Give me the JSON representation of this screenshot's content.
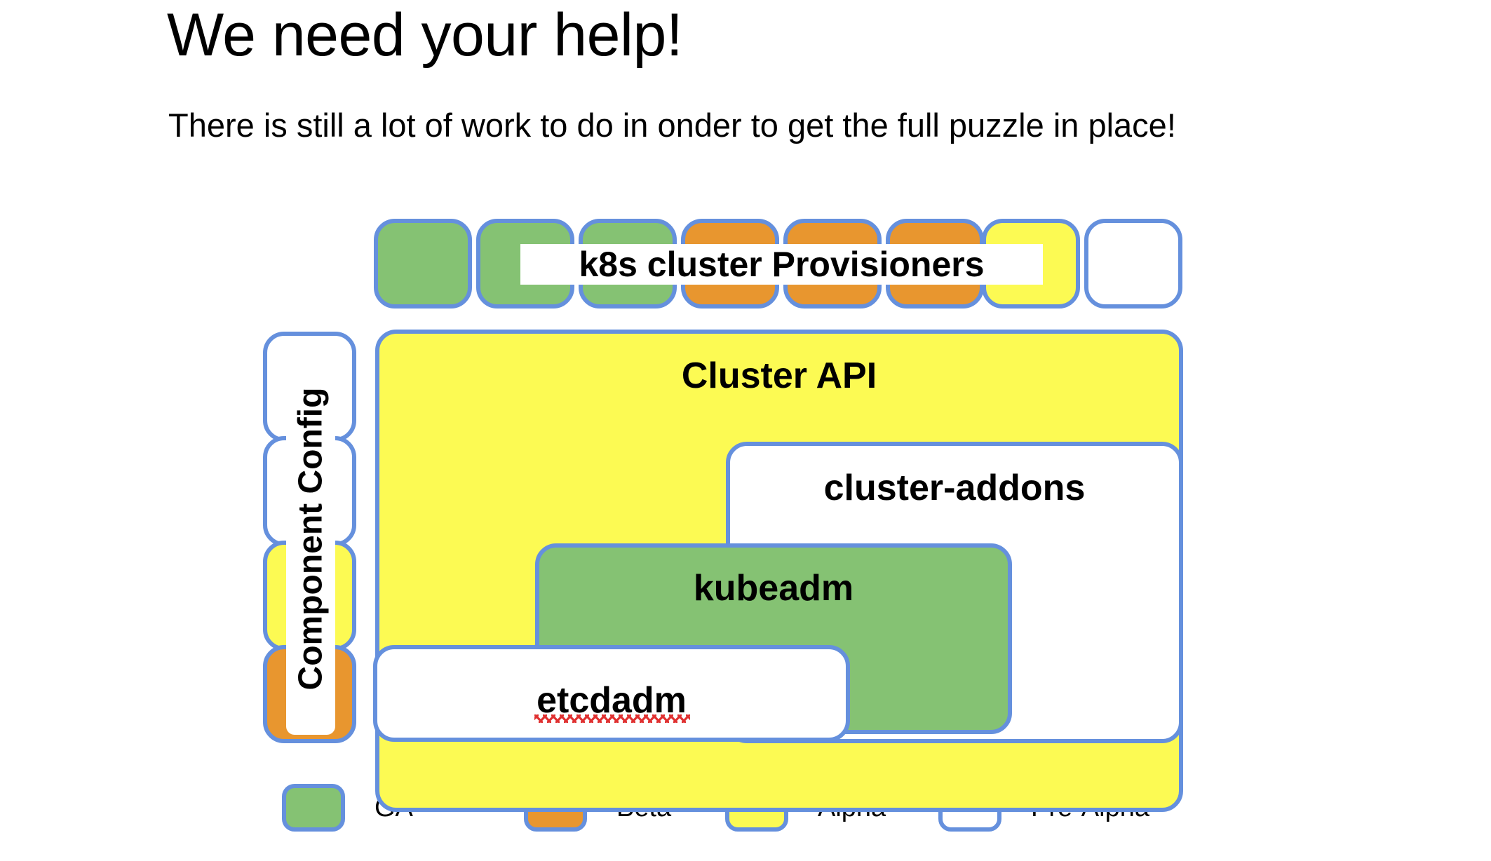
{
  "slide": {
    "title": "We need your help!",
    "subtitle": "There is still a lot of work to do in onder to get the full puzzle in place!"
  },
  "colors": {
    "border_blue": "#6590dd",
    "ga_green": "#85c273",
    "beta_orange": "#e8962f",
    "alpha_yellow": "#fcfa53",
    "prealpha_white": "#ffffff",
    "text_black": "#000000",
    "spellcheck_red": "#e03030",
    "background": "#ffffff"
  },
  "diagram": {
    "provisioners": {
      "label": "k8s cluster Provisioners",
      "boxes": [
        {
          "status": "GA",
          "fill": "#85c273"
        },
        {
          "status": "GA",
          "fill": "#85c273"
        },
        {
          "status": "GA",
          "fill": "#85c273"
        },
        {
          "status": "Beta",
          "fill": "#e8962f"
        },
        {
          "status": "Beta",
          "fill": "#e8962f"
        },
        {
          "status": "Beta",
          "fill": "#e8962f"
        },
        {
          "status": "Alpha",
          "fill": "#fcfa53"
        },
        {
          "status": "Pre-Alpha",
          "fill": "#ffffff"
        }
      ]
    },
    "component_config": {
      "label": "Component Config",
      "boxes": [
        {
          "status": "Pre-Alpha",
          "fill": "#ffffff"
        },
        {
          "status": "Pre-Alpha",
          "fill": "#ffffff"
        },
        {
          "status": "Alpha",
          "fill": "#fcfa53"
        },
        {
          "status": "Beta",
          "fill": "#e8962f"
        }
      ]
    },
    "nodes": [
      {
        "label": "Cluster API",
        "status": "Alpha",
        "fill": "#fcfa53",
        "misspelled": false
      },
      {
        "label": "cluster-addons",
        "status": "Pre-Alpha",
        "fill": "#ffffff",
        "misspelled": false
      },
      {
        "label": "kubeadm",
        "status": "GA",
        "fill": "#85c273",
        "misspelled": false
      },
      {
        "label": "etcdadm",
        "status": "Pre-Alpha",
        "fill": "#ffffff",
        "misspelled": true
      }
    ]
  },
  "legend": {
    "items": [
      {
        "label": "GA",
        "fill": "#85c273"
      },
      {
        "label": "Beta",
        "fill": "#e8962f"
      },
      {
        "label": "Alpha",
        "fill": "#fcfa53"
      },
      {
        "label": "Pre-Alpha",
        "fill": "#ffffff"
      }
    ]
  }
}
